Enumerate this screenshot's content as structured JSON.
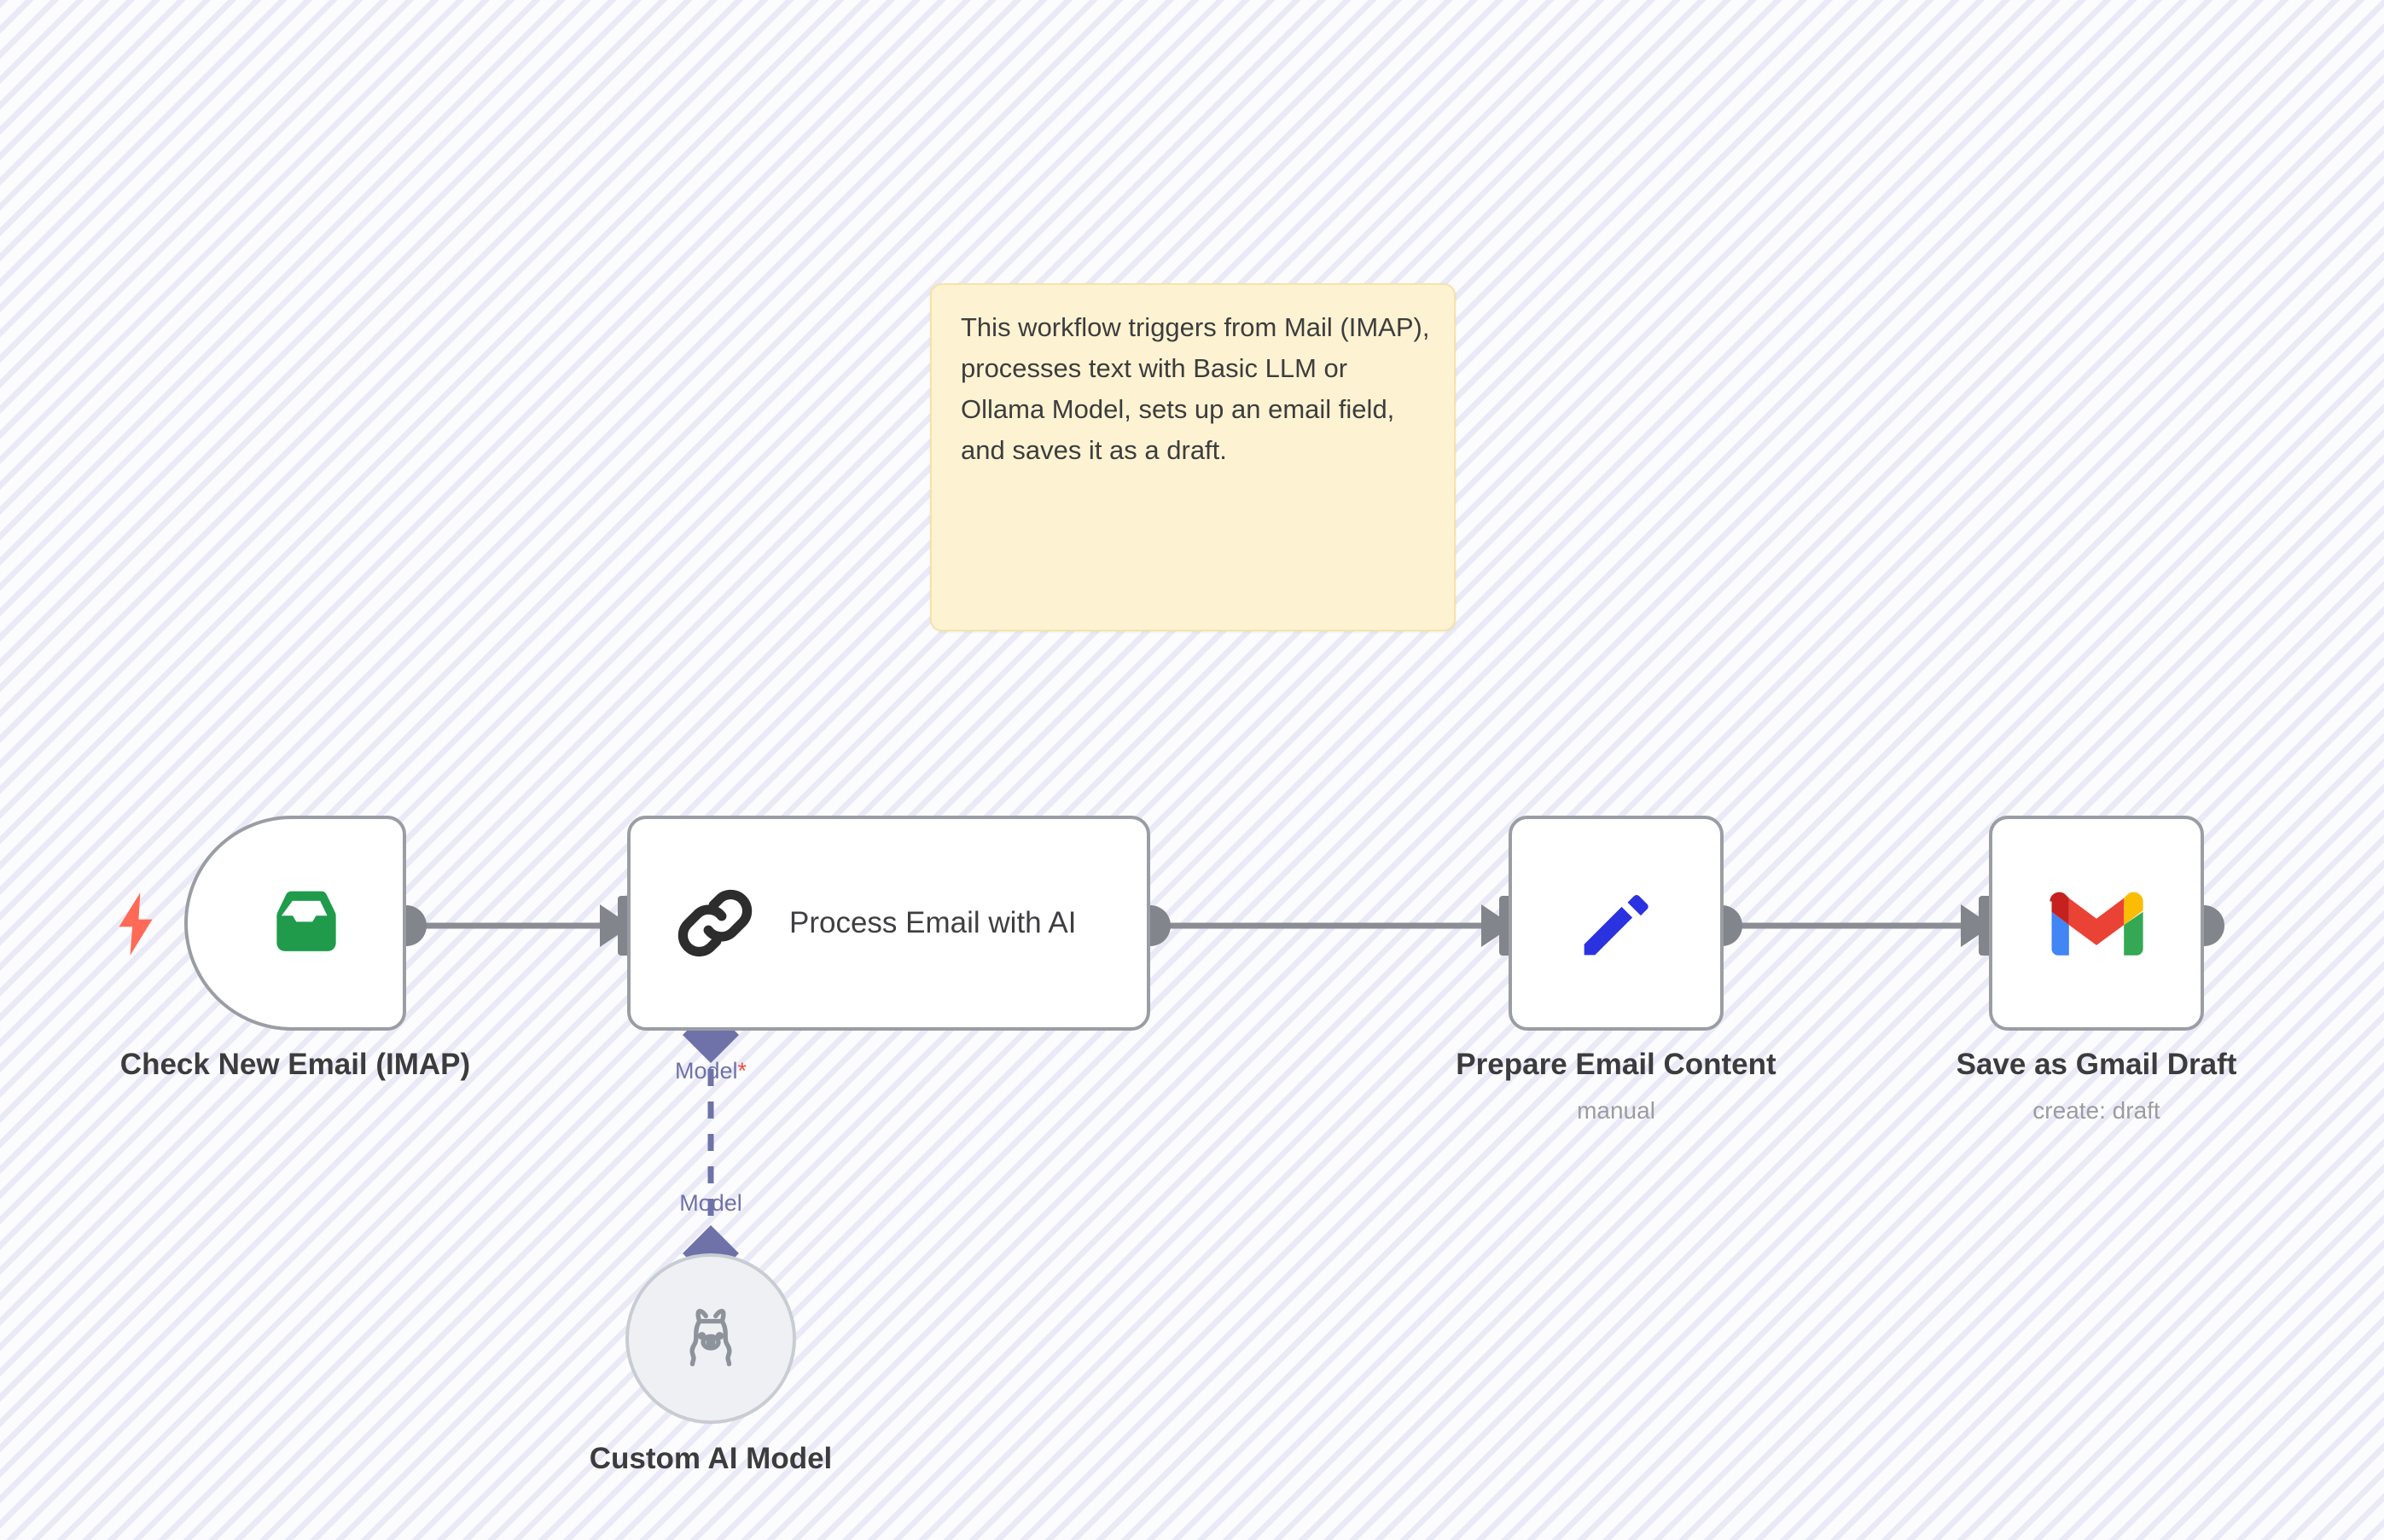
{
  "canvas": {
    "background_color": "#fbfbfe",
    "stripe_color": "#e9eaf6"
  },
  "sticky_note": {
    "name": "workflow-description-note",
    "text": "This workflow triggers from Mail (IMAP), processes text with Basic LLM or Ollama Model, sets up an email field, and saves it as a draft.",
    "fill_color": "#fdf3d3",
    "border_color": "#f5e3a8"
  },
  "nodes": [
    {
      "id": "check-new-email-imap",
      "label": "Check New Email (IMAP)",
      "sublabel": "",
      "icon": "inbox-icon",
      "icon_color": "#1f9b4b",
      "shape": "trigger",
      "has_trigger_bolt": true,
      "bolt_color": "#ff6a57"
    },
    {
      "id": "process-email-with-ai",
      "label": "",
      "inner_label": "Process Email with AI",
      "sublabel": "",
      "icon": "chain-link-icon",
      "icon_color": "#2d2d2d",
      "shape": "wide"
    },
    {
      "id": "custom-ai-model",
      "label": "Custom AI Model",
      "sublabel": "",
      "icon": "llama-icon",
      "icon_color": "#8d929b",
      "shape": "circle"
    },
    {
      "id": "prepare-email-content",
      "label": "Prepare Email Content",
      "sublabel": "manual",
      "icon": "pencil-icon",
      "icon_color": "#2b32e0",
      "shape": "square"
    },
    {
      "id": "save-as-gmail-draft",
      "label": "Save as Gmail Draft",
      "sublabel": "create: draft",
      "icon": "gmail-icon",
      "icon_color": "#ea4335",
      "shape": "square"
    }
  ],
  "connections": {
    "main_color": "#8a8d93",
    "ai_color": "#6f72a8",
    "model_port_label": "Model",
    "model_port_required_marker": "*",
    "model_link_label": "Model"
  }
}
